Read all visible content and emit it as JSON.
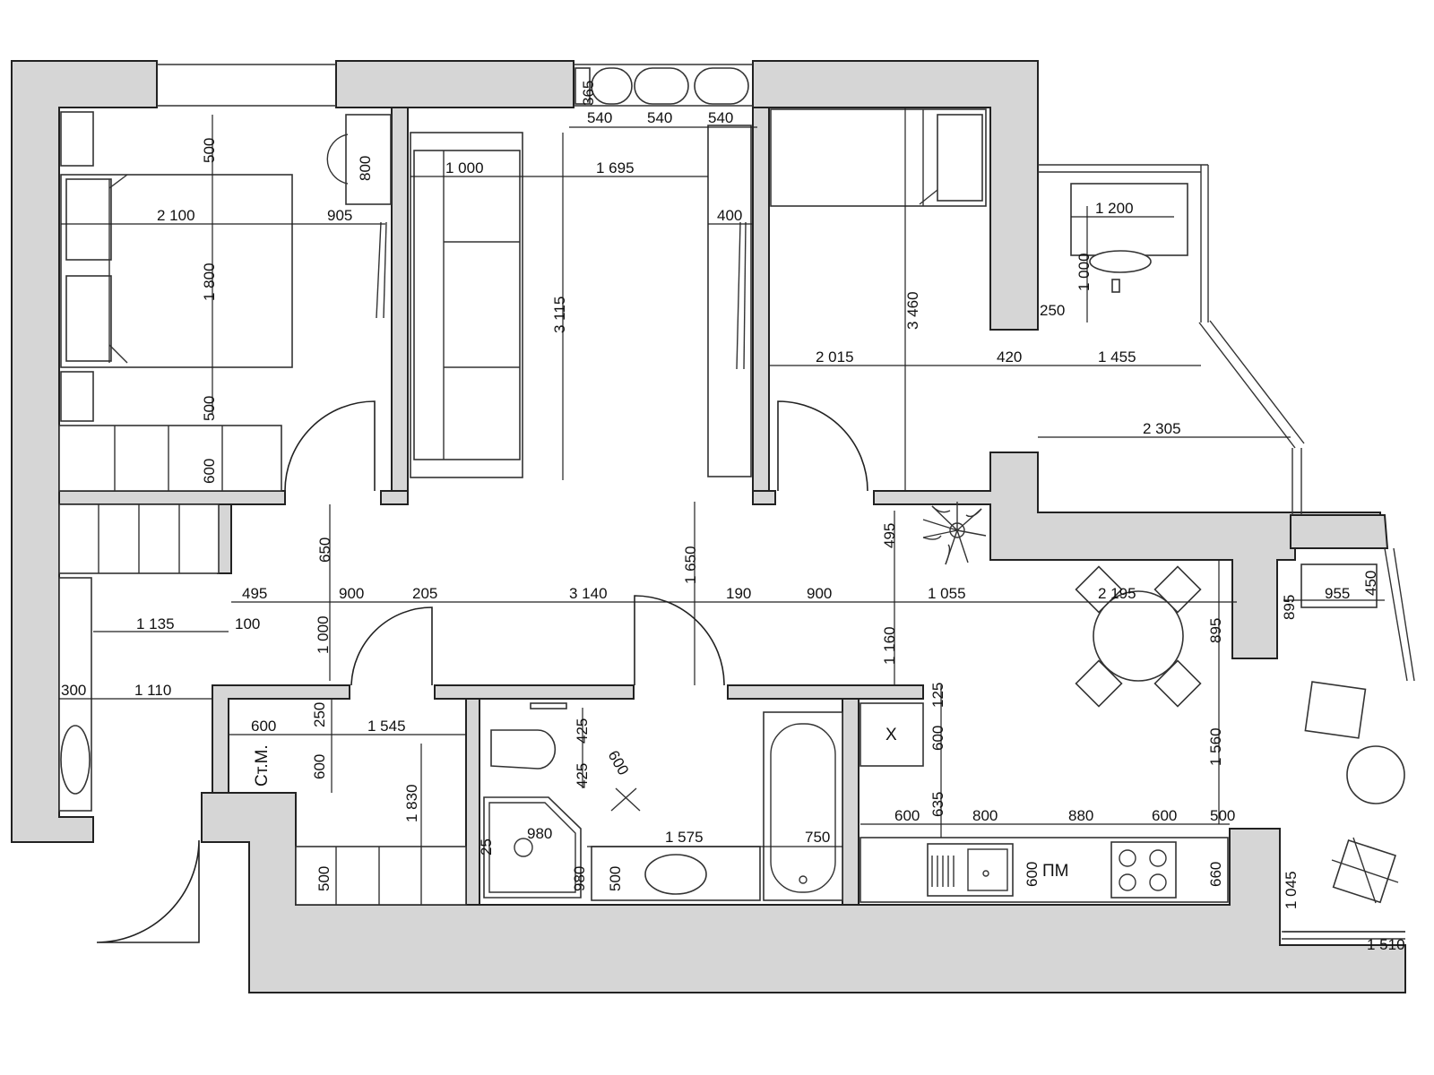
{
  "plan": {
    "dimensions_horizontal": [
      {
        "id": "d-540-a",
        "text": "540"
      },
      {
        "id": "d-540-b",
        "text": "540"
      },
      {
        "id": "d-540-c",
        "text": "540"
      },
      {
        "id": "d-1000-top",
        "text": "1 000"
      },
      {
        "id": "d-1695",
        "text": "1 695"
      },
      {
        "id": "d-2100",
        "text": "2 100"
      },
      {
        "id": "d-905",
        "text": "905"
      },
      {
        "id": "d-400",
        "text": "400"
      },
      {
        "id": "d-1200",
        "text": "1 200"
      },
      {
        "id": "d-2015",
        "text": "2 015"
      },
      {
        "id": "d-420",
        "text": "420"
      },
      {
        "id": "d-1455",
        "text": "1 455"
      },
      {
        "id": "d-2305",
        "text": "2 305"
      },
      {
        "id": "d-495-row",
        "text": "495"
      },
      {
        "id": "d-900-a",
        "text": "900"
      },
      {
        "id": "d-205",
        "text": "205"
      },
      {
        "id": "d-3140",
        "text": "3 140"
      },
      {
        "id": "d-190",
        "text": "190"
      },
      {
        "id": "d-900-b",
        "text": "900"
      },
      {
        "id": "d-1055",
        "text": "1 055"
      },
      {
        "id": "d-2195",
        "text": "2 195"
      },
      {
        "id": "d-955",
        "text": "955"
      },
      {
        "id": "d-1135",
        "text": "1 135"
      },
      {
        "id": "d-100",
        "text": "100"
      },
      {
        "id": "d-300",
        "text": "300"
      },
      {
        "id": "d-1110",
        "text": "1 110"
      },
      {
        "id": "d-600-wc",
        "text": "600"
      },
      {
        "id": "d-1545",
        "text": "1 545"
      },
      {
        "id": "d-980-h",
        "text": "980"
      },
      {
        "id": "d-1575",
        "text": "1 575"
      },
      {
        "id": "d-750",
        "text": "750"
      },
      {
        "id": "d-600-k1",
        "text": "600"
      },
      {
        "id": "d-800",
        "text": "800"
      },
      {
        "id": "d-880",
        "text": "880"
      },
      {
        "id": "d-600-k2",
        "text": "600"
      },
      {
        "id": "d-500-k",
        "text": "500"
      },
      {
        "id": "d-1510",
        "text": "1 510"
      }
    ],
    "dimensions_vertical": [
      {
        "id": "v-365",
        "text": "365"
      },
      {
        "id": "v-500-top",
        "text": "500"
      },
      {
        "id": "v-800",
        "text": "800"
      },
      {
        "id": "v-1800",
        "text": "1 800"
      },
      {
        "id": "v-500-mid",
        "text": "500"
      },
      {
        "id": "v-600-wr",
        "text": "600"
      },
      {
        "id": "v-3115",
        "text": "3 115"
      },
      {
        "id": "v-3460",
        "text": "3 460"
      },
      {
        "id": "v-1000-balc",
        "text": "1 000"
      },
      {
        "id": "v-250-balc",
        "text": "250"
      },
      {
        "id": "v-650",
        "text": "650"
      },
      {
        "id": "v-1650",
        "text": "1 650"
      },
      {
        "id": "v-495",
        "text": "495"
      },
      {
        "id": "v-1000-hall",
        "text": "1 000"
      },
      {
        "id": "v-1160",
        "text": "1 160"
      },
      {
        "id": "v-895-a",
        "text": "895"
      },
      {
        "id": "v-895-b",
        "text": "895"
      },
      {
        "id": "v-450",
        "text": "450"
      },
      {
        "id": "v-250-wc",
        "text": "250"
      },
      {
        "id": "v-600-wc",
        "text": "600"
      },
      {
        "id": "v-1830",
        "text": "1 830"
      },
      {
        "id": "v-425-a",
        "text": "425"
      },
      {
        "id": "v-425-b",
        "text": "425"
      },
      {
        "id": "v-600-diag",
        "text": "600"
      },
      {
        "id": "v-980",
        "text": "980"
      },
      {
        "id": "v-25",
        "text": "25"
      },
      {
        "id": "v-500-bath",
        "text": "500"
      },
      {
        "id": "v-500-hall",
        "text": "500"
      },
      {
        "id": "v-125",
        "text": "125"
      },
      {
        "id": "v-600-k",
        "text": "600"
      },
      {
        "id": "v-635",
        "text": "635"
      },
      {
        "id": "v-1560",
        "text": "1 560"
      },
      {
        "id": "v-600-pm",
        "text": "600"
      },
      {
        "id": "v-660",
        "text": "660"
      },
      {
        "id": "v-1045",
        "text": "1 045"
      }
    ],
    "labels": {
      "storage": "Ст.М.",
      "dishwasher": "ПМ",
      "cross_mark": "X"
    },
    "colors": {
      "wall_fill": "#d6d6d6",
      "line": "#222222",
      "background": "#ffffff"
    },
    "icons": [
      "plant-icon",
      "stove-icon",
      "sink-icon",
      "toilet-icon",
      "bathtub-icon",
      "shower-icon",
      "washbasin-icon",
      "dining-table-icon",
      "armchair-icon",
      "floor-lamp-icon"
    ]
  }
}
